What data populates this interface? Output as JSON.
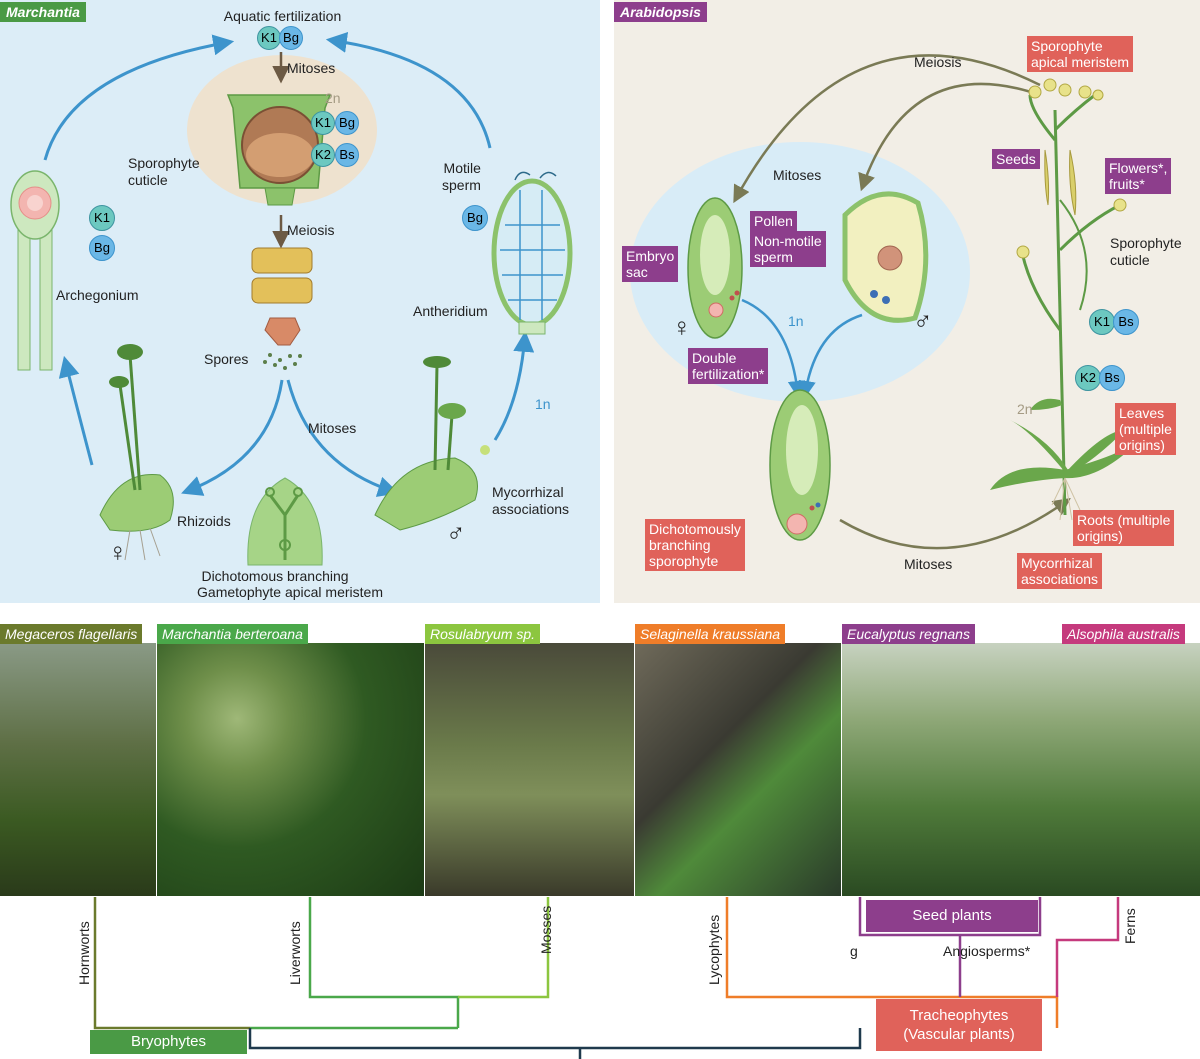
{
  "marchantia": {
    "title": "Marchantia",
    "aquatic_fertilization": "Aquatic fertilization",
    "mitoses_top": "Mitoses",
    "ploidy_2n": "2n",
    "sporophyte_cuticle": "Sporophyte\ncuticle",
    "meiosis": "Meiosis",
    "spores": "Spores",
    "mitoses_bottom": "Mitoses",
    "motile_sperm": "Motile\nsperm",
    "antheridium": "Antheridium",
    "archegonium": "Archegonium",
    "ploidy_1n": "1n",
    "rhizoids": "Rhizoids",
    "mycorrhizal": "Mycorrhizal\nassociations",
    "dichotomous": "Dichotomous branching",
    "gametophyte_meristem": "Gametophyte apical meristem",
    "female_symbol": "♀",
    "male_symbol": "♂",
    "genes": {
      "k1": "K1",
      "bg": "Bg",
      "k2": "K2",
      "bs": "Bs"
    }
  },
  "arabidopsis": {
    "title": "Arabidopsis",
    "meiosis": "Meiosis",
    "mitoses_top": "Mitoses",
    "mitoses_bottom": "Mitoses",
    "ploidy_1n": "1n",
    "ploidy_2n": "2n",
    "embryo_sac": "Embryo\nsac",
    "pollen": "Pollen",
    "non_motile_sperm": "Non-motile\nsperm",
    "double_fertilization": "Double\nfertilization*",
    "dichotomously": "Dichotomously\nbranching\nsporophyte",
    "sporophyte_meristem": "Sporophyte\napical meristem",
    "seeds": "Seeds",
    "flowers_fruits": "Flowers*,\nfruits*",
    "sporophyte_cuticle": "Sporophyte\ncuticle",
    "leaves": "Leaves\n(multiple\norigins)",
    "roots": "Roots (multiple\norigins)",
    "mycorrhizal": "Mycorrhizal\nassociations",
    "female_symbol": "♀",
    "male_symbol": "♂",
    "genes": {
      "k1": "K1",
      "bs": "Bs",
      "k2": "K2"
    }
  },
  "photos": [
    {
      "caption": "Megaceros flagellaris"
    },
    {
      "caption": "Marchantia berteroana"
    },
    {
      "caption": "Rosulabryum sp."
    },
    {
      "caption": "Selaginella kraussiana"
    },
    {
      "caption": "Eucalyptus regnans"
    },
    {
      "caption": "Alsophila australis"
    }
  ],
  "tree": {
    "hornworts": "Hornworts",
    "liverworts": "Liverworts",
    "mosses": "Mosses",
    "lycophytes": "Lycophytes",
    "ferns": "Ferns",
    "seed_plants": "Seed plants",
    "g": "g",
    "angiosperms": "Angiosperms*",
    "bryophytes": "Bryophytes",
    "tracheophytes": "Tracheophytes\n(Vascular plants)"
  },
  "colors": {
    "marchantia_bg": "#dcedf7",
    "arabidopsis_bg": "#f2eee6",
    "green_tag": "#4a9a45",
    "purple_tag": "#8d3e8c",
    "red_tag": "#e0625a",
    "hornwort": "#6b7a2c",
    "liverwort": "#4aa84a",
    "moss": "#8cc63f",
    "lycophyte": "#ef7d29",
    "eucalyptus": "#8d3e8c",
    "fern": "#c53a7d",
    "root": "#1f3a4d"
  }
}
